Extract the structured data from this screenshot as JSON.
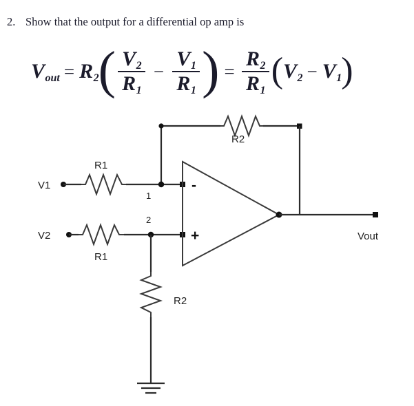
{
  "question": {
    "number": "2.",
    "text": "Show that the output for a differential op amp is"
  },
  "equation": {
    "lhs_var": "V",
    "lhs_sub": "out",
    "equals": "=",
    "r2": "R",
    "r2_sub": "2",
    "paren_open": "(",
    "paren_close": ")",
    "frac1_num_var": "V",
    "frac1_num_sub": "2",
    "frac1_den_var": "R",
    "frac1_den_sub": "1",
    "minus": "−",
    "frac2_num_var": "V",
    "frac2_num_sub": "1",
    "frac2_den_var": "R",
    "frac2_den_sub": "1",
    "equals2": "=",
    "frac3_num_var": "R",
    "frac3_num_sub": "2",
    "frac3_den_var": "R",
    "frac3_den_sub": "1",
    "paren2_open": "(",
    "paren2_close": ")",
    "term_a_var": "V",
    "term_a_sub": "2",
    "minus2": "−",
    "term_b_var": "V",
    "term_b_sub": "1",
    "plain_text": "Vout = R2 ( V2/R1 - V1/R1 ) = R2/R1 ( V2 - V1 )"
  },
  "circuit": {
    "title": "differential-op-amp-schematic",
    "labels": {
      "v1_terminal": "V1",
      "v2_terminal": "V2",
      "vout_terminal": "Vout",
      "r1_top": "R1",
      "r1_bottom": "R1",
      "r2_feedback": "R2",
      "r2_ground": "R2",
      "node_1": "1",
      "node_2": "2",
      "inverting_sign": "-",
      "noninverting_sign": "+"
    },
    "colors": {
      "wire": "#2b2b2b",
      "text": "#222222",
      "background": "#ffffff"
    }
  }
}
